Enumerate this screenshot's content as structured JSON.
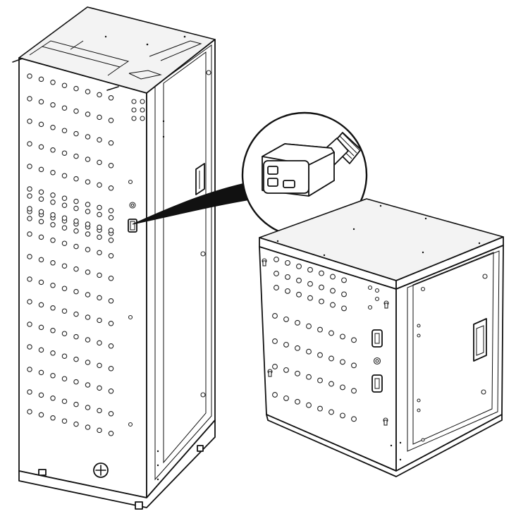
{
  "figure": {
    "description_text": "",
    "line_color": "#111111",
    "background_color": "#ffffff",
    "parts": [
      "tall-charging-cabinet",
      "wall-mount-charging-cabinet",
      "c20-power-inlet-callout"
    ],
    "icons": [
      "c20-inlet-icon",
      "caster-wheel-icon"
    ]
  }
}
